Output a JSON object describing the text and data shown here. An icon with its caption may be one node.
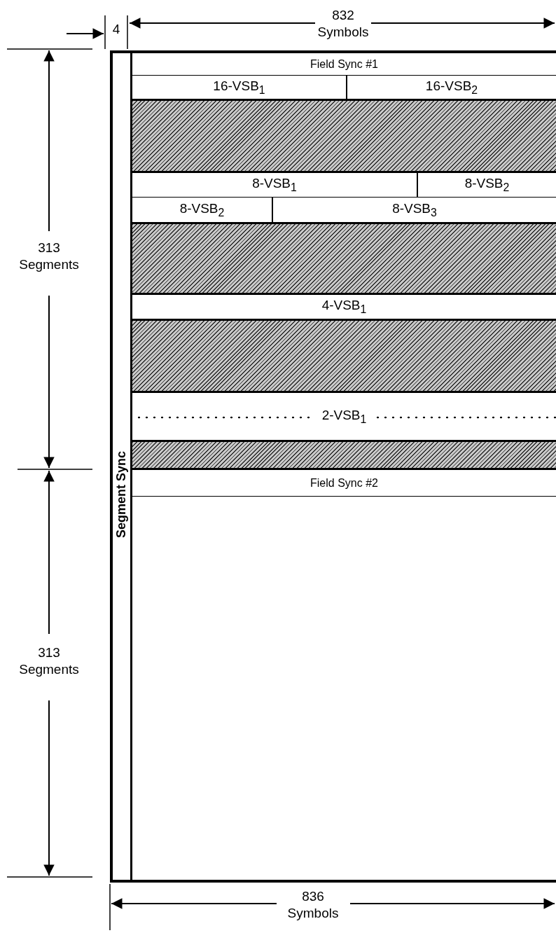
{
  "diagram": {
    "nodes": [
      {
        "text": [],
        "shape": "box"
      },
      {
        "text": [
          "Segment Sync"
        ],
        "in": 0
      },
      {
        "text": [
          "Field Sync #1"
        ],
        "in": 0
      },
      {
        "text": [
          "16-VSB$_{1}$"
        ],
        "in": 0
      },
      {
        "text": [
          "16-VSB$_{2}$"
        ],
        "in": 0
      },
      {
        "text": [],
        "shape": "bar",
        "in": 0
      },
      {
        "text": [
          "8-VSB$_{1}$"
        ],
        "in": 0
      },
      {
        "text": [
          "8-VSB$_{2}$"
        ],
        "in": 0
      },
      {
        "text": [
          "8-VSB$_{2}$"
        ],
        "in": 0
      },
      {
        "text": [
          "8-VSB$_{3}$"
        ],
        "in": 0
      },
      {
        "text": [],
        "shape": "bar",
        "in": 0
      },
      {
        "text": [
          "4-VSB$_{1}$"
        ],
        "in": 0
      },
      {
        "text": [],
        "shape": "bar",
        "in": 0
      },
      {
        "text": [
          "2-VSB$_{1}$"
        ],
        "in": 0
      },
      {
        "text": [],
        "shape": "bar",
        "in": 0
      },
      {
        "text": [
          "Field Sync #2"
        ],
        "in": 0
      }
    ],
    "edges": [],
    "labels": [
      "4",
      "832 Symbols",
      "313 Segments",
      "313 Segments",
      "836 Symbols"
    ]
  }
}
